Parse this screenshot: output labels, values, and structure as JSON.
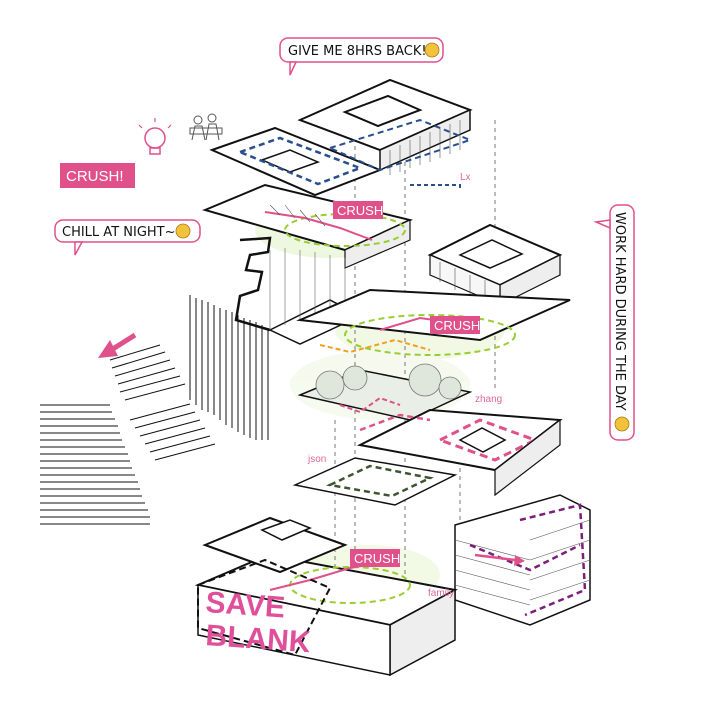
{
  "bubbles": {
    "top": "GIVE ME 8HRS BACK!!!",
    "night": "CHILL AT NIGHT~",
    "day": "WORK HARD DURING THE DAY"
  },
  "tags": {
    "crush_main": "CRUSH!",
    "crush_1": "CRUSH",
    "crush_2": "CRUSH",
    "crush_3": "CRUSH"
  },
  "people": {
    "lx": "Lx",
    "zhang": "zhang",
    "json": "json",
    "family": "family"
  },
  "save_blank": {
    "line1": "SAVE",
    "line2": "BLANK"
  },
  "colors": {
    "pink": "#e0508a",
    "blue": "#2a4f8f",
    "green": "#9acd32",
    "purple": "#7a1f7a",
    "orange": "#f0a020",
    "dark": "#111111"
  }
}
